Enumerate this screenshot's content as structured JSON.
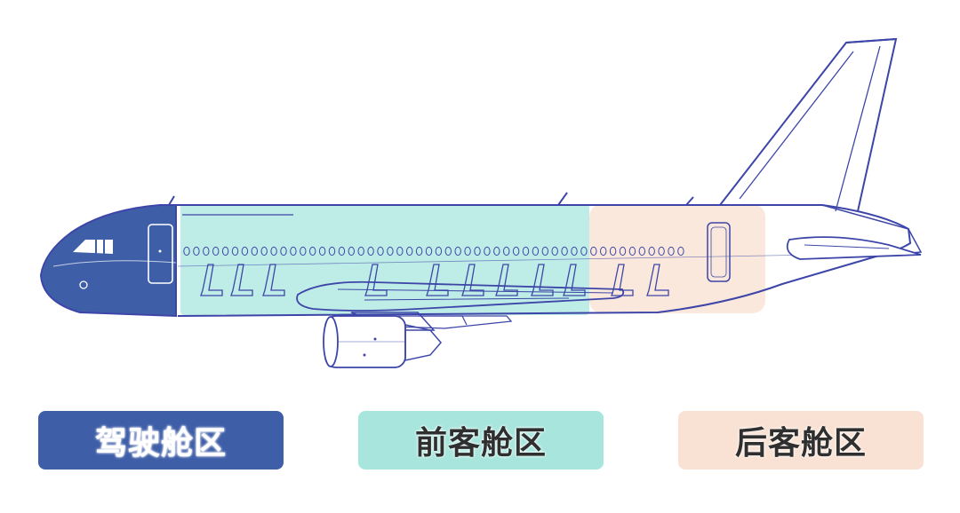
{
  "zones": [
    {
      "id": "cockpit",
      "label": "驾驶舱区",
      "fill": "#3e5ea8",
      "text_color": "#ffffff"
    },
    {
      "id": "front-cabin",
      "label": "前客舱区",
      "fill": "#a8e6dd",
      "text_color": "#2f2f2f"
    },
    {
      "id": "rear-cabin",
      "label": "后客舱区",
      "fill": "#f9e2d3",
      "text_color": "#2f2f2f"
    }
  ],
  "colors": {
    "outline": "#3d46a8",
    "background": "#ffffff"
  },
  "icons": {
    "aircraft": "side-view-airliner-line-drawing"
  }
}
